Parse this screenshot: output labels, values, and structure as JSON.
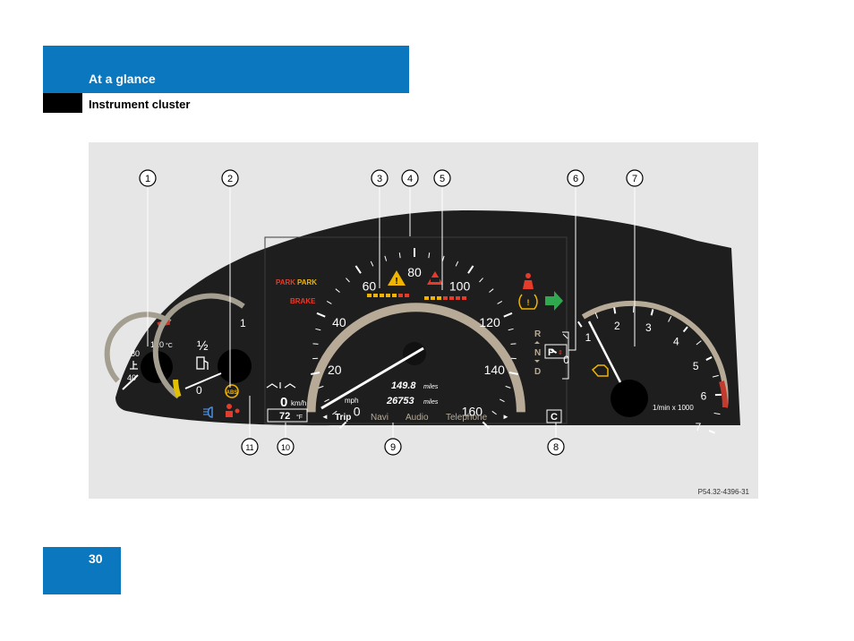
{
  "header": {
    "title": "At a glance",
    "subtitle": "Instrument cluster"
  },
  "page_number": "30",
  "figure": {
    "figure_id": "P54.32-4396-31",
    "callouts": [
      "1",
      "2",
      "3",
      "4",
      "5",
      "6",
      "7",
      "8",
      "9",
      "10",
      "11"
    ],
    "coolant": {
      "ticks": [
        "120",
        "80",
        "40"
      ],
      "unit": "°C"
    },
    "fuel": {
      "ticks": [
        "1",
        "½",
        "0"
      ]
    },
    "speedometer": {
      "ticks": [
        "0",
        "20",
        "40",
        "60",
        "80",
        "100",
        "120",
        "140",
        "160"
      ],
      "unit": "mph",
      "needle_value": 0,
      "max_value": 160
    },
    "park_brake": {
      "park_red": "PARK",
      "park_amber": "PARK",
      "brake": "BRAKE"
    },
    "odometer": {
      "trip": "149.8",
      "total": "26753",
      "unit": "miles"
    },
    "speed_display": {
      "value": "0",
      "unit": "km/h"
    },
    "temperature": {
      "value": "72",
      "unit": "°F"
    },
    "menu": {
      "left_arrow": "◄",
      "items": [
        "Trip",
        "Navi",
        "Audio",
        "Telephone"
      ],
      "right_arrow": "►"
    },
    "gear": {
      "r": "R",
      "n": "N",
      "d": "D",
      "selected": "P"
    },
    "c_indicator": "C",
    "tachometer": {
      "ticks": [
        "0",
        "1",
        "2",
        "3",
        "4",
        "5",
        "6",
        "7"
      ],
      "unit": "1/min x 1000",
      "needle_value": 0
    },
    "icons": [
      "warning-triangle-icon",
      "esp-icon",
      "seatbelt-icon",
      "tire-pressure-icon",
      "turn-signal-arrow-icon",
      "check-engine-icon",
      "fuel-pump-icon",
      "coolant-icon",
      "abs-icon",
      "headlight-icon",
      "airbag-icon"
    ],
    "colors": {
      "brand_blue": "#0b77be",
      "cluster_bg": "#1e1e1e",
      "red": "#e53b2b",
      "amber": "#f0b400",
      "green": "#2fa84f"
    }
  }
}
